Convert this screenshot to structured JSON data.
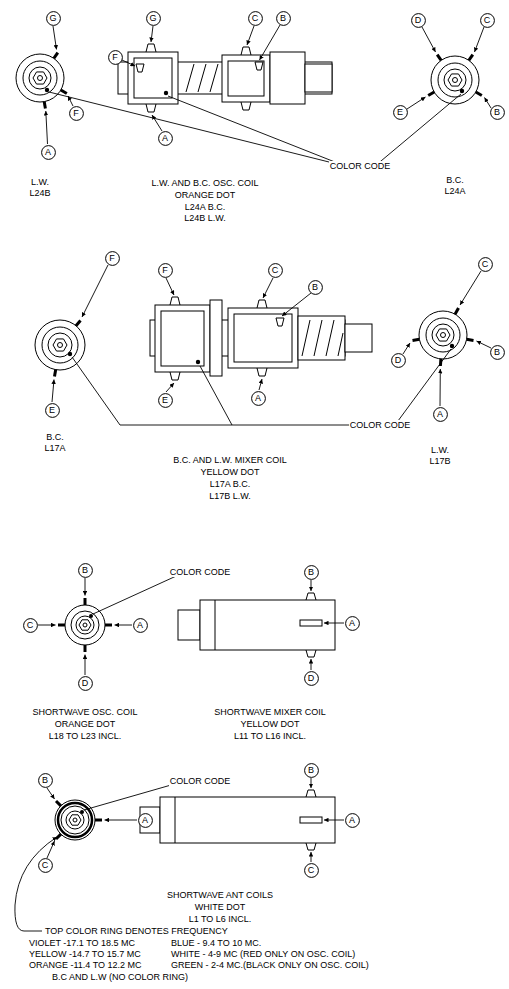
{
  "diagram": {
    "nodes": [
      {
        "text": [
          "G"
        ]
      },
      {
        "text": [
          "F"
        ]
      },
      {
        "text": [
          "A"
        ]
      },
      {
        "text": [
          "G"
        ]
      },
      {
        "text": [
          "F"
        ]
      },
      {
        "text": [
          "A"
        ]
      },
      {
        "text": [
          "C"
        ]
      },
      {
        "text": [
          "B"
        ]
      },
      {
        "text": [
          "D"
        ]
      },
      {
        "text": [
          "C"
        ]
      },
      {
        "text": [
          "E"
        ]
      },
      {
        "text": [
          "B"
        ]
      },
      {
        "text": [
          "F"
        ]
      },
      {
        "text": [
          "E"
        ]
      },
      {
        "text": [
          "F"
        ]
      },
      {
        "text": [
          "C"
        ]
      },
      {
        "text": [
          "B"
        ]
      },
      {
        "text": [
          "E"
        ]
      },
      {
        "text": [
          "A"
        ]
      },
      {
        "text": [
          "C"
        ]
      },
      {
        "text": [
          "D"
        ]
      },
      {
        "text": [
          "B"
        ]
      },
      {
        "text": [
          "A"
        ]
      },
      {
        "text": [
          "B"
        ]
      },
      {
        "text": [
          "C"
        ]
      },
      {
        "text": [
          "A"
        ]
      },
      {
        "text": [
          "D"
        ]
      },
      {
        "text": [
          "B"
        ]
      },
      {
        "text": [
          "A"
        ]
      },
      {
        "text": [
          "D"
        ]
      },
      {
        "text": [
          "B"
        ]
      },
      {
        "text": [
          "A"
        ]
      },
      {
        "text": [
          "C"
        ]
      },
      {
        "text": [
          "B"
        ]
      },
      {
        "text": [
          "A"
        ]
      },
      {
        "text": [
          "C"
        ]
      }
    ],
    "labels": [
      "L.W.",
      "L24B",
      "B.C.",
      "L24A",
      "COLOR CODE",
      "L.W. AND B.C. OSC. COIL",
      "ORANGE DOT",
      "L24A B.C.",
      "L24B L.W.",
      "B.C.",
      "L17A",
      "COLOR CODE",
      "L.W.",
      "L17B",
      "B.C. AND L.W. MIXER COIL",
      "YELLOW DOT",
      "L17A B.C.",
      "L17B L.W.",
      "COLOR CODE",
      "SHORTWAVE OSC. COIL",
      "ORANGE DOT",
      "L18 TO L23 INCL.",
      "SHORTWAVE MIXER COIL",
      "YELLOW DOT",
      "L11 TO L16 INCL.",
      "COLOR CODE",
      "SHORTWAVE ANT COILS",
      "WHITE DOT",
      "L1 TO L6 INCL.",
      "TOP COLOR RING DENOTES FREQUENCY",
      "VIOLET -17.1 TO 18.5 MC",
      "BLUE - 9.4 TO 10 MC.",
      "YELLOW -14.7 TO 15.7 MC",
      "WHITE - 4-9 MC (RED ONLY ON OSC. COIL)",
      "ORANGE -11.4 TO 12.2 MC",
      "GREEN - 2-4 MC.(BLACK ONLY ON OSC. COIL)",
      "B.C AND L.W (NO COLOR RING)"
    ]
  }
}
